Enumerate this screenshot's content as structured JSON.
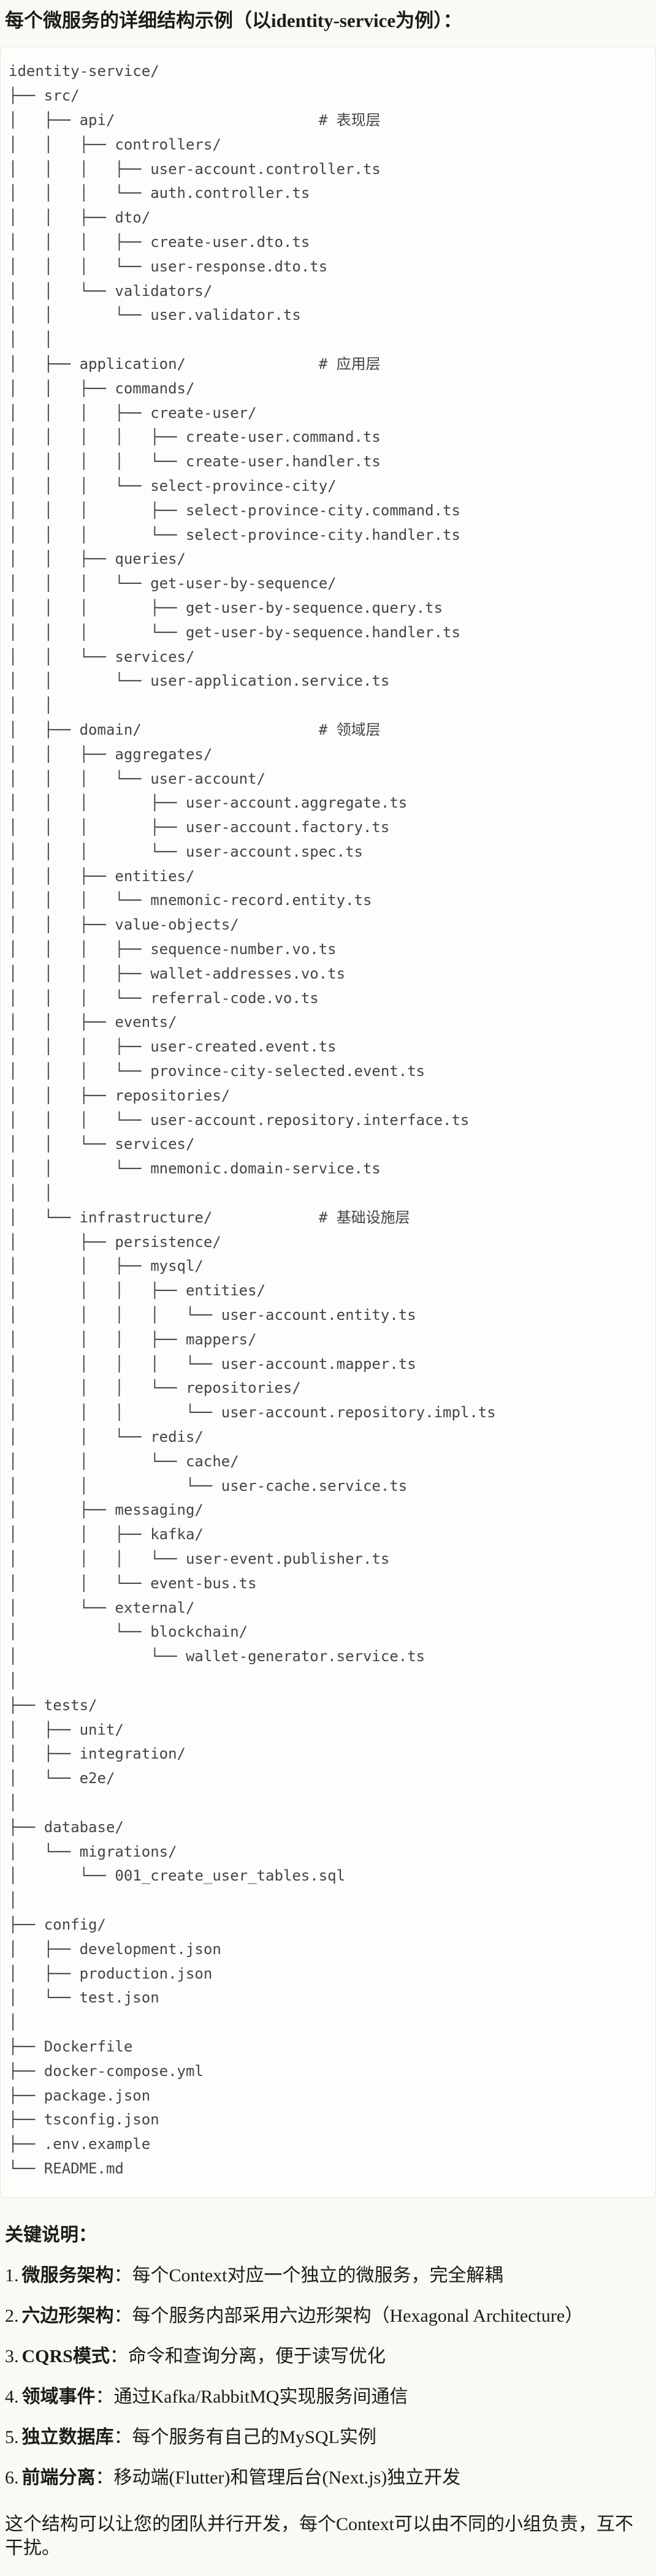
{
  "title": "每个微服务的详细结构示例（以identity-service为例）：",
  "colors": {
    "page_bg": "#faf9f5",
    "code_bg": "#fdfdfb",
    "code_border": "#e8e5dc",
    "code_text": "#40454b",
    "body_text": "#1d1b17"
  },
  "tree": {
    "lines": [
      "identity-service/",
      "├── src/",
      "│   ├── api/                       # 表现层",
      "│   │   ├── controllers/",
      "│   │   │   ├── user-account.controller.ts",
      "│   │   │   └── auth.controller.ts",
      "│   │   ├── dto/",
      "│   │   │   ├── create-user.dto.ts",
      "│   │   │   └── user-response.dto.ts",
      "│   │   └── validators/",
      "│   │       └── user.validator.ts",
      "│   │",
      "│   ├── application/               # 应用层",
      "│   │   ├── commands/",
      "│   │   │   ├── create-user/",
      "│   │   │   │   ├── create-user.command.ts",
      "│   │   │   │   └── create-user.handler.ts",
      "│   │   │   └── select-province-city/",
      "│   │   │       ├── select-province-city.command.ts",
      "│   │   │       └── select-province-city.handler.ts",
      "│   │   ├── queries/",
      "│   │   │   └── get-user-by-sequence/",
      "│   │   │       ├── get-user-by-sequence.query.ts",
      "│   │   │       └── get-user-by-sequence.handler.ts",
      "│   │   └── services/",
      "│   │       └── user-application.service.ts",
      "│   │",
      "│   ├── domain/                    # 领域层",
      "│   │   ├── aggregates/",
      "│   │   │   └── user-account/",
      "│   │   │       ├── user-account.aggregate.ts",
      "│   │   │       ├── user-account.factory.ts",
      "│   │   │       └── user-account.spec.ts",
      "│   │   ├── entities/",
      "│   │   │   └── mnemonic-record.entity.ts",
      "│   │   ├── value-objects/",
      "│   │   │   ├── sequence-number.vo.ts",
      "│   │   │   ├── wallet-addresses.vo.ts",
      "│   │   │   └── referral-code.vo.ts",
      "│   │   ├── events/",
      "│   │   │   ├── user-created.event.ts",
      "│   │   │   └── province-city-selected.event.ts",
      "│   │   ├── repositories/",
      "│   │   │   └── user-account.repository.interface.ts",
      "│   │   └── services/",
      "│   │       └── mnemonic.domain-service.ts",
      "│   │",
      "│   └── infrastructure/            # 基础设施层",
      "│       ├── persistence/",
      "│       │   ├── mysql/",
      "│       │   │   ├── entities/",
      "│       │   │   │   └── user-account.entity.ts",
      "│       │   │   ├── mappers/",
      "│       │   │   │   └── user-account.mapper.ts",
      "│       │   │   └── repositories/",
      "│       │   │       └── user-account.repository.impl.ts",
      "│       │   └── redis/",
      "│       │       └── cache/",
      "│       │           └── user-cache.service.ts",
      "│       ├── messaging/",
      "│       │   ├── kafka/",
      "│       │   │   └── user-event.publisher.ts",
      "│       │   └── event-bus.ts",
      "│       └── external/",
      "│           └── blockchain/",
      "│               └── wallet-generator.service.ts",
      "│",
      "├── tests/",
      "│   ├── unit/",
      "│   ├── integration/",
      "│   └── e2e/",
      "│",
      "├── database/",
      "│   └── migrations/",
      "│       └── 001_create_user_tables.sql",
      "│",
      "├── config/",
      "│   ├── development.json",
      "│   ├── production.json",
      "│   └── test.json",
      "│",
      "├── Dockerfile",
      "├── docker-compose.yml",
      "├── package.json",
      "├── tsconfig.json",
      "├── .env.example",
      "└── README.md"
    ]
  },
  "notes": {
    "heading": "关键说明：",
    "items": [
      {
        "num": "1.",
        "term": "微服务架构",
        "colon": "：",
        "desc": "每个Context对应一个独立的微服务，完全解耦"
      },
      {
        "num": "2.",
        "term": "六边形架构",
        "colon": "：",
        "desc": "每个服务内部采用六边形架构（Hexagonal Architecture）"
      },
      {
        "num": "3.",
        "term": "CQRS模式",
        "colon": "：",
        "desc": "命令和查询分离，便于读写优化"
      },
      {
        "num": "4.",
        "term": "领域事件",
        "colon": "：",
        "desc": "通过Kafka/RabbitMQ实现服务间通信"
      },
      {
        "num": "5.",
        "term": "独立数据库",
        "colon": "：",
        "desc": "每个服务有自己的MySQL实例"
      },
      {
        "num": "6.",
        "term": "前端分离",
        "colon": "：",
        "desc": "移动端(Flutter)和管理后台(Next.js)独立开发"
      }
    ],
    "footer": "这个结构可以让您的团队并行开发，每个Context可以由不同的小组负责，互不干扰。"
  }
}
